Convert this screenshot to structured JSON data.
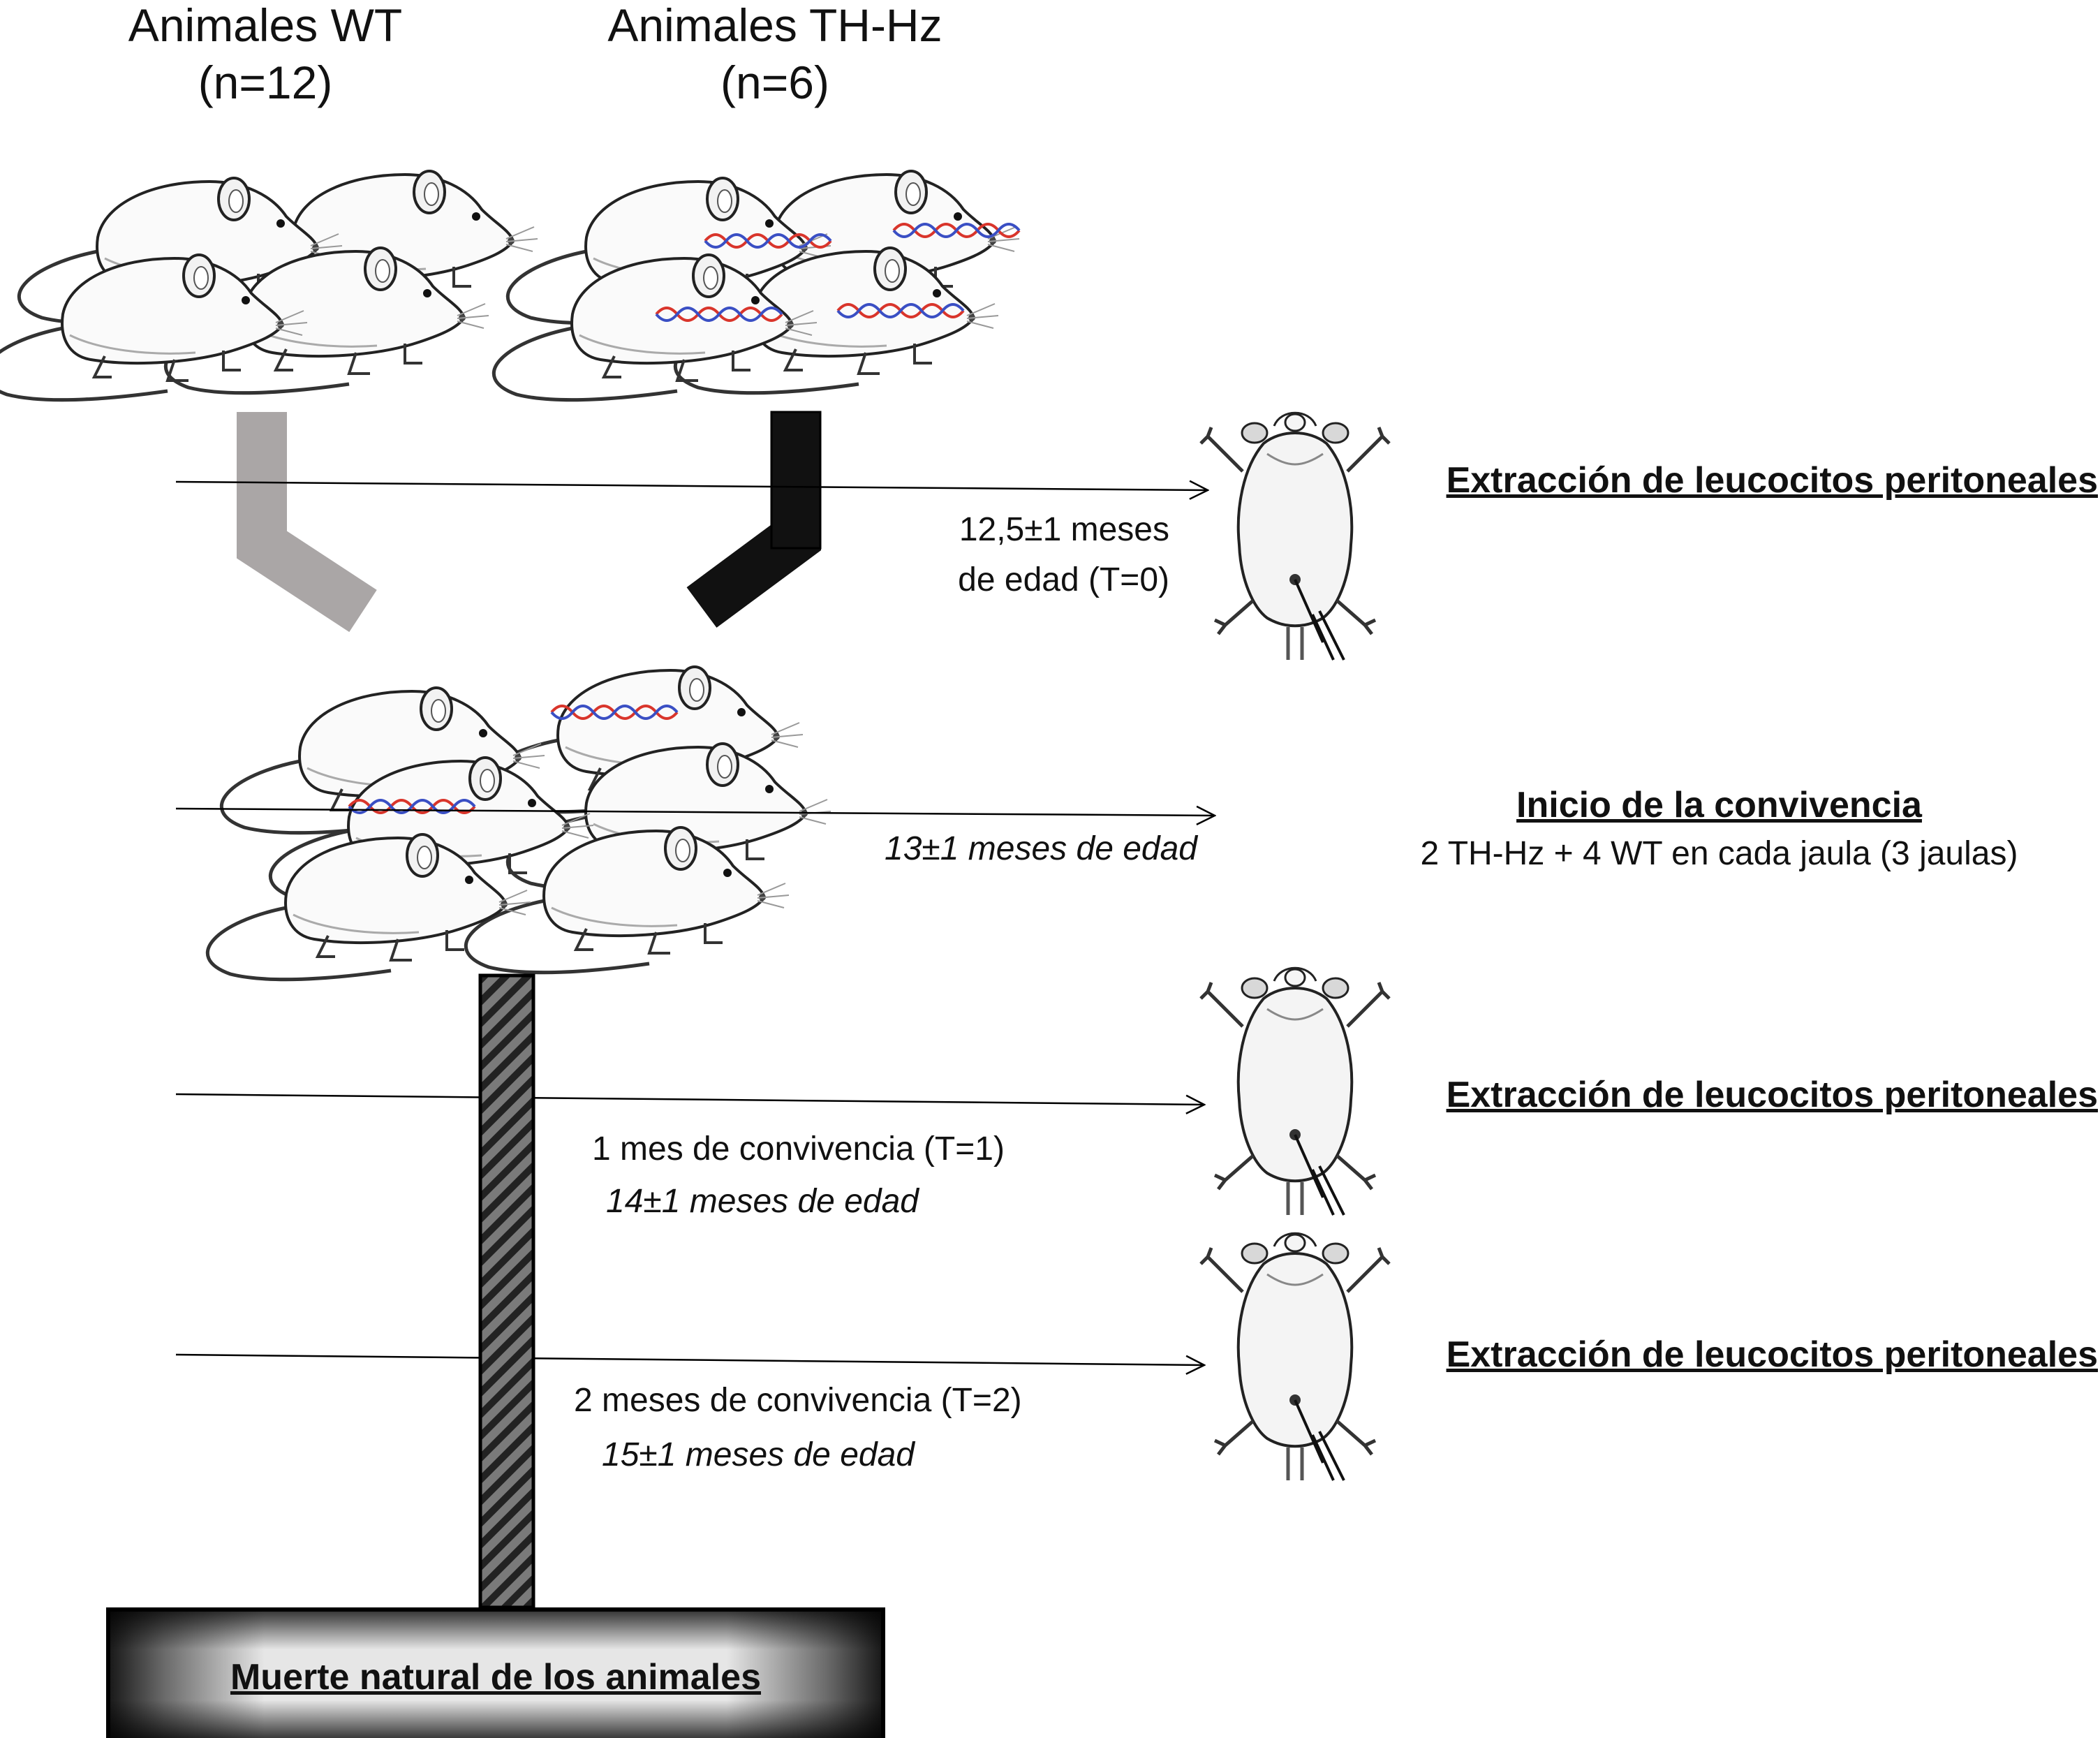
{
  "groups": {
    "wt": {
      "title": "Animales WT",
      "count": "(n=12)"
    },
    "thhz": {
      "title": "Animales TH-Hz",
      "count": "(n=6)"
    }
  },
  "timeline": {
    "t0": {
      "event": "Extracción de leucocitos peritoneales",
      "age_line1": "12,5±1 meses",
      "age_line2": "de edad (T=0)"
    },
    "start": {
      "event": "Inicio de la convivencia",
      "detail": "2 TH-Hz + 4 WT en cada jaula (3 jaulas)",
      "age": "13±1 meses de edad"
    },
    "t1": {
      "event": "Extracción de leucocitos peritoneales",
      "period": "1 mes de convivencia (T=1)",
      "age": "14±1 meses de edad"
    },
    "t2": {
      "event": "Extracción de leucocitos peritoneales",
      "period": "2 meses de convivencia (T=2)",
      "age": "15±1 meses de edad"
    }
  },
  "ending": {
    "label": "Muerte natural de los animales"
  },
  "colors": {
    "wt_path": "#aaa6a6",
    "thhz_path": "#111111",
    "timeline_bar": "#5a5a5a",
    "dna_red": "#d9352b",
    "dna_blue": "#3a4fc4"
  },
  "icons": [
    "mouse-icon",
    "dna-icon",
    "dissected-mouse-icon",
    "syringe-icon"
  ]
}
